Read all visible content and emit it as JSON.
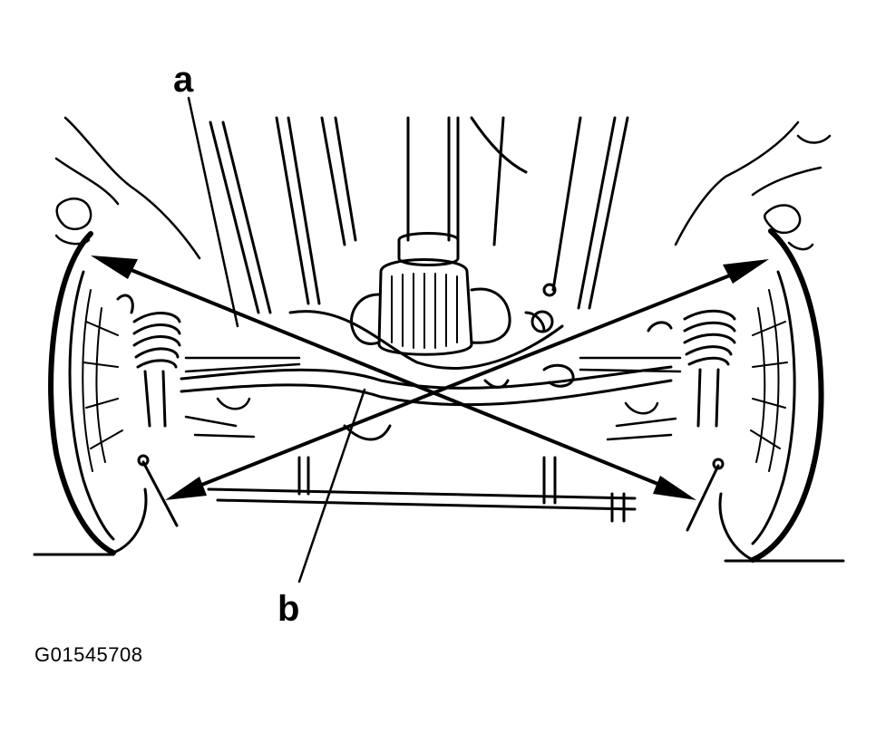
{
  "callouts": {
    "a": "a",
    "b": "b"
  },
  "figure_id": "G01545708",
  "colors": {
    "ink": "#000000",
    "background": "#ffffff"
  }
}
